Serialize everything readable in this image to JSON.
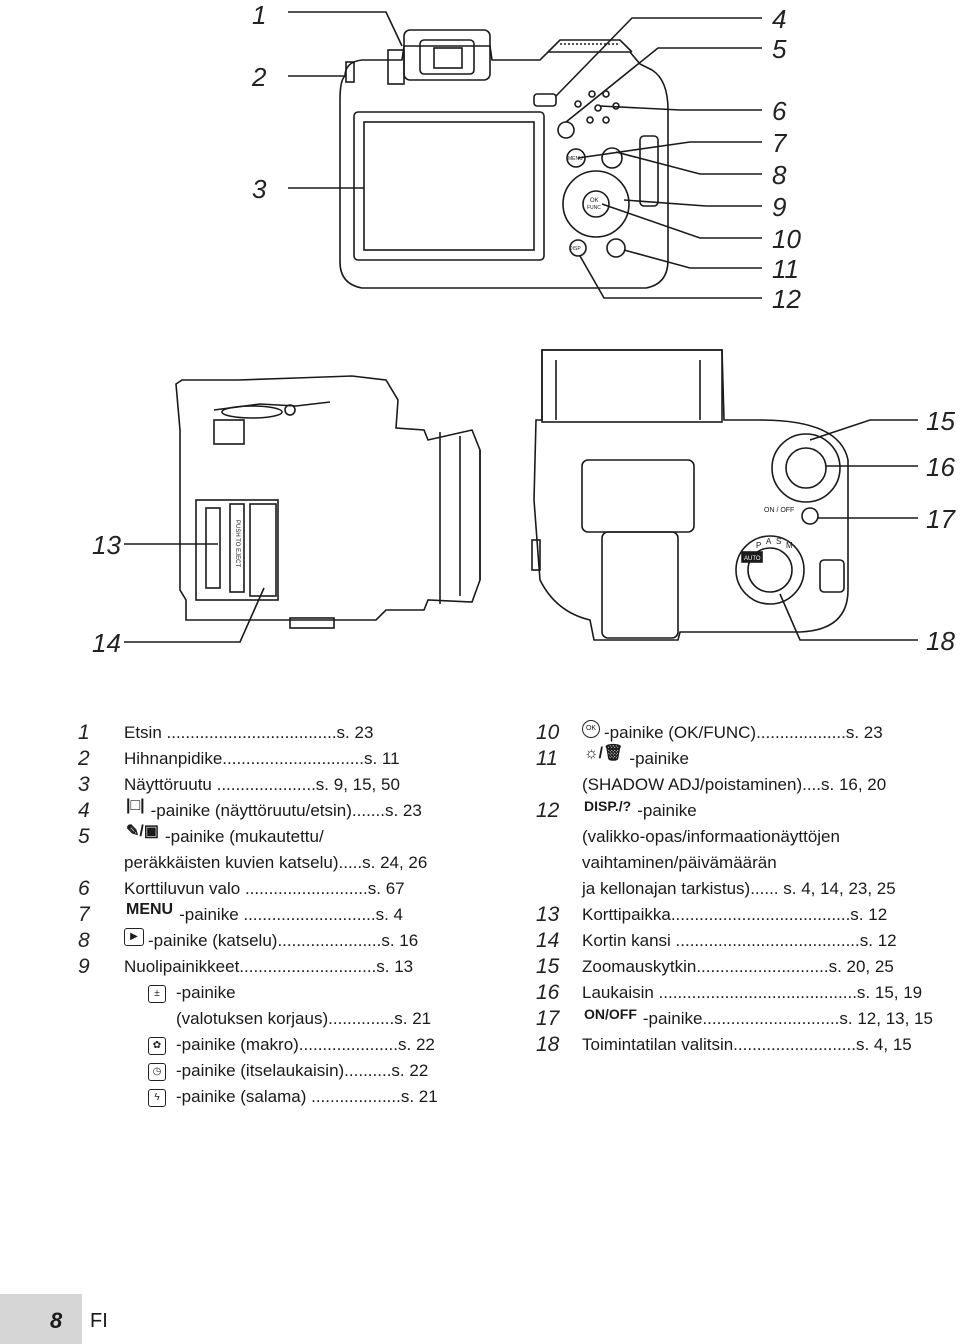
{
  "callouts": {
    "c1": "1",
    "c2": "2",
    "c3": "3",
    "c4": "4",
    "c5": "5",
    "c6": "6",
    "c7": "7",
    "c8": "8",
    "c9": "9",
    "c10": "10",
    "c11": "11",
    "c12": "12",
    "c13": "13",
    "c14": "14",
    "c15": "15",
    "c16": "16",
    "c17": "17",
    "c18": "18"
  },
  "camera_markings": {
    "ok": "OK",
    "func": "FUNC",
    "disp": "DISP",
    "menu": "MENU",
    "on_off": "ON / OFF",
    "auto": "AUTO",
    "push_to_eject": "PUSH TO EJECT",
    "mode_letters": [
      "P",
      "A",
      "S",
      "M"
    ]
  },
  "left_list": [
    {
      "num": "1",
      "text": "Etsin ....................................s. 23"
    },
    {
      "num": "2",
      "text": "Hihnanpidike..............................s. 11"
    },
    {
      "num": "3",
      "text": "Näyttöruutu .....................s. 9, 15, 50"
    },
    {
      "num": "4",
      "icon": "|□|",
      "text": "-painike (näyttöruutu/etsin).......s. 23"
    },
    {
      "num": "5",
      "icon": "✎/▣",
      "text": "-painike (mukautettu/"
    },
    {
      "num": "",
      "text": "peräkkäisten kuvien katselu).....s. 24, 26"
    },
    {
      "num": "6",
      "text": "Korttiluvun valo ..........................s. 67"
    },
    {
      "num": "7",
      "icon": "MENU",
      "text": "-painike ............................s. 4"
    },
    {
      "num": "8",
      "icon": "▶",
      "text": "-painike (katselu)......................s. 16"
    },
    {
      "num": "9",
      "text": "Nuolipainikkeet.............................s. 13"
    }
  ],
  "left_sub": [
    {
      "icon": "±",
      "text": "-painike"
    },
    {
      "icon": "",
      "text": "(valotuksen korjaus)..............s. 21"
    },
    {
      "icon": "✿",
      "text": "-painike (makro).....................s. 22"
    },
    {
      "icon": "◷",
      "text": "-painike (itselaukaisin)..........s. 22"
    },
    {
      "icon": "ϟ",
      "text": "-painike (salama) ...................s. 21"
    }
  ],
  "right_list": [
    {
      "num": "10",
      "icon": "OK",
      "text": "-painike (OK/FUNC)...................s. 23"
    },
    {
      "num": "11",
      "icon": "☼/🗑",
      "text": "-painike"
    },
    {
      "num": "",
      "text": "(SHADOW ADJ/poistaminen)....s. 16, 20"
    },
    {
      "num": "12",
      "icon": "DISP./?",
      "text": "-painike"
    },
    {
      "num": "",
      "text": "(valikko-opas/informaationäyttöjen"
    },
    {
      "num": "",
      "text": "vaihtaminen/päivämäärän"
    },
    {
      "num": "",
      "text": "ja kellonajan tarkistus)...... s. 4, 14, 23, 25"
    },
    {
      "num": "13",
      "text": "Korttipaikka......................................s. 12"
    },
    {
      "num": "14",
      "text": "Kortin kansi .......................................s. 12"
    },
    {
      "num": "15",
      "text": "Zoomauskytkin............................s. 20, 25"
    },
    {
      "num": "16",
      "text": "Laukaisin ..........................................s. 15, 19"
    },
    {
      "num": "17",
      "icon": "ON/OFF",
      "text": "-painike.............................s. 12, 13, 15"
    },
    {
      "num": "18",
      "text": "Toimintatilan valitsin..........................s. 4, 15"
    }
  ],
  "footer": {
    "page": "8",
    "lang": "FI"
  }
}
